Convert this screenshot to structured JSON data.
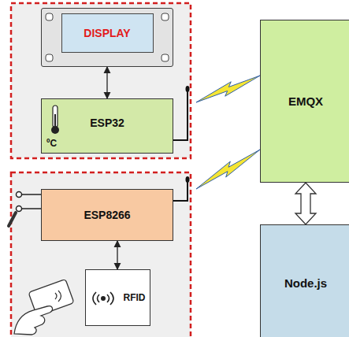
{
  "diagram": {
    "nodes": [
      {
        "text": [
          "DISPLAY"
        ]
      },
      {
        "text": [
          "ESP32",
          "ºC"
        ]
      },
      {
        "text": [
          "ESP8266"
        ]
      },
      {
        "text": [
          "RFID"
        ]
      },
      {
        "text": [
          "EMQX"
        ]
      },
      {
        "text": [
          "Node.js"
        ]
      }
    ],
    "edges": [
      {
        "from": 0,
        "to": 1,
        "arrow": "both"
      },
      {
        "from": 1,
        "to": 4,
        "arrow": "none"
      },
      {
        "from": 2,
        "to": 4,
        "arrow": "none"
      },
      {
        "from": 2,
        "to": 3,
        "arrow": "both"
      },
      {
        "from": 4,
        "to": 5,
        "arrow": "both"
      }
    ]
  }
}
